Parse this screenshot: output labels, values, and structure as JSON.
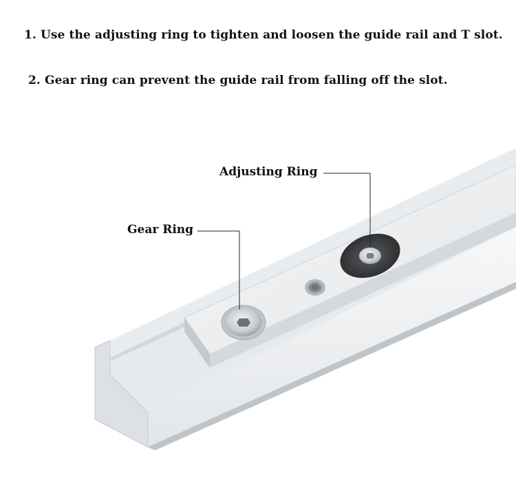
{
  "captions": {
    "line1": "1. Use the adjusting ring to tighten and loosen the guide rail and T slot.",
    "line2": "2. Gear ring can prevent the guide rail from falling off the slot."
  },
  "callouts": {
    "adjusting_ring": "Adjusting Ring",
    "gear_ring": "Gear Ring"
  },
  "colors": {
    "background": "#ffffff",
    "aluminum_light": "#eef0f2",
    "aluminum_mid": "#d9dde1",
    "aluminum_dark": "#b9bec4",
    "ring_dark": "#3a3b3d",
    "screw_silver": "#c8ccd0",
    "text": "#111111"
  }
}
